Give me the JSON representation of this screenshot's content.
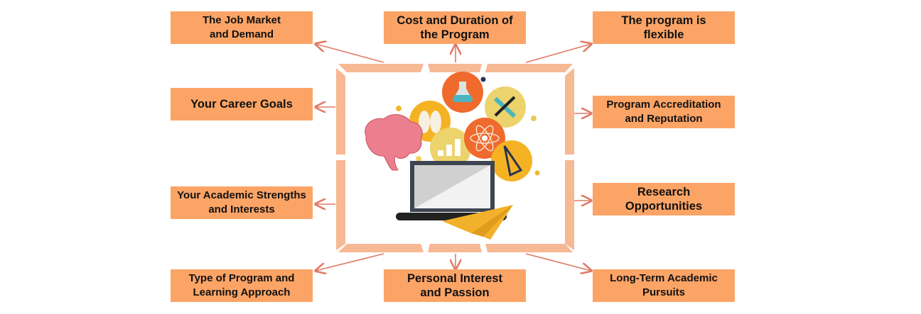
{
  "diagram": {
    "title_center": "",
    "factors": {
      "job_market": "The Job Market and Demand",
      "cost_duration": "Cost and Duration of the Program",
      "flexible": "The program is flexible",
      "career_goals": "Your Career Goals",
      "accreditation": "Program Accreditation and Reputation",
      "academic_strengths": "Your Academic Strengths and Interests",
      "research": "Research Opportunities",
      "program_type": "Type of Program and Learning Approach",
      "personal_interest": "Personal Interest and Passion",
      "long_term": "Long-Term Academic Pursuits"
    }
  },
  "colors": {
    "box": "#fca466",
    "frame": "#f7b894",
    "arrow": "#e07a66"
  }
}
